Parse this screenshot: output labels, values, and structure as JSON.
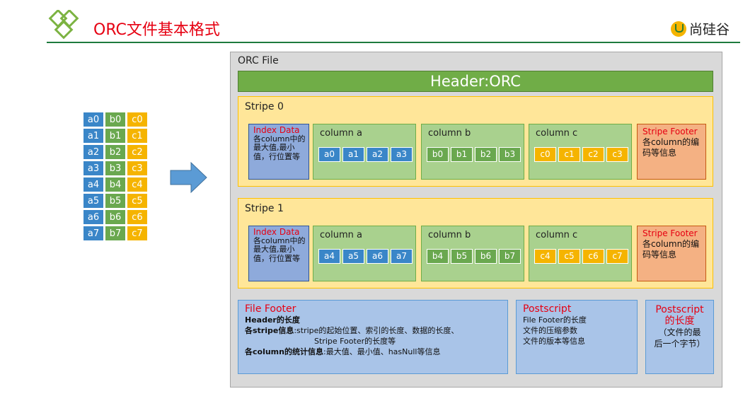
{
  "header": {
    "title": "ORC文件基本格式",
    "brand": "尚硅谷"
  },
  "table": {
    "rows": [
      [
        "a0",
        "b0",
        "c0"
      ],
      [
        "a1",
        "b1",
        "c1"
      ],
      [
        "a2",
        "b2",
        "c2"
      ],
      [
        "a3",
        "b3",
        "c3"
      ],
      [
        "a4",
        "b4",
        "c4"
      ],
      [
        "a5",
        "b5",
        "c5"
      ],
      [
        "a6",
        "b6",
        "c6"
      ],
      [
        "a7",
        "b7",
        "c7"
      ]
    ]
  },
  "orc": {
    "label": "ORC File",
    "header": "Header:ORC",
    "stripes": [
      {
        "label": "Stripe 0",
        "index_title": "Index Data",
        "index_text": "各column中的最大值,最小值，行位置等",
        "columns": [
          {
            "name": "column a",
            "values": [
              "a0",
              "a1",
              "a2",
              "a3"
            ],
            "color": "#3a86c8"
          },
          {
            "name": "column b",
            "values": [
              "b0",
              "b1",
              "b2",
              "b3"
            ],
            "color": "#6aa84f"
          },
          {
            "name": "column c",
            "values": [
              "c0",
              "c1",
              "c2",
              "c3"
            ],
            "color": "#f5b400"
          }
        ],
        "footer_title": "Stripe Footer",
        "footer_text": "各column的编码等信息"
      },
      {
        "label": "Stripe 1",
        "index_title": "Index Data",
        "index_text": "各column中的最大值,最小值，行位置等",
        "columns": [
          {
            "name": "column a",
            "values": [
              "a4",
              "a5",
              "a6",
              "a7"
            ],
            "color": "#3a86c8"
          },
          {
            "name": "column b",
            "values": [
              "b4",
              "b5",
              "b6",
              "b7"
            ],
            "color": "#6aa84f"
          },
          {
            "name": "column c",
            "values": [
              "c4",
              "c5",
              "c6",
              "c7"
            ],
            "color": "#f5b400"
          }
        ],
        "footer_title": "Stripe Footer",
        "footer_text": "各column的编码等信息"
      }
    ],
    "file_footer": {
      "title": "File Footer",
      "line1_bold": "Header的长度",
      "line2_bold": "各stripe信息",
      "line2_text": ":stripe的起始位置、索引的长度、数据的长度、",
      "line3_text": "Stripe Footer的长度等",
      "line4_bold": "各column的统计信息",
      "line4_text": ":最大值、最小值、hasNull等信息"
    },
    "postscript": {
      "title": "Postscript",
      "lines": [
        "File Footer的长度",
        "文件的压缩参数",
        "文件的版本等信息"
      ]
    },
    "postscript_length": {
      "title1": "Postscript",
      "title2": "的长度",
      "line1": "（文件的最",
      "line2": "后一个字节）"
    }
  },
  "colors": {
    "accent_red": "#e60012",
    "green": "#70ad47",
    "blue": "#3a86c8",
    "yellow": "#f5b400",
    "stripe_bg": "#ffe699",
    "footer_bg": "#a9c4e8"
  }
}
